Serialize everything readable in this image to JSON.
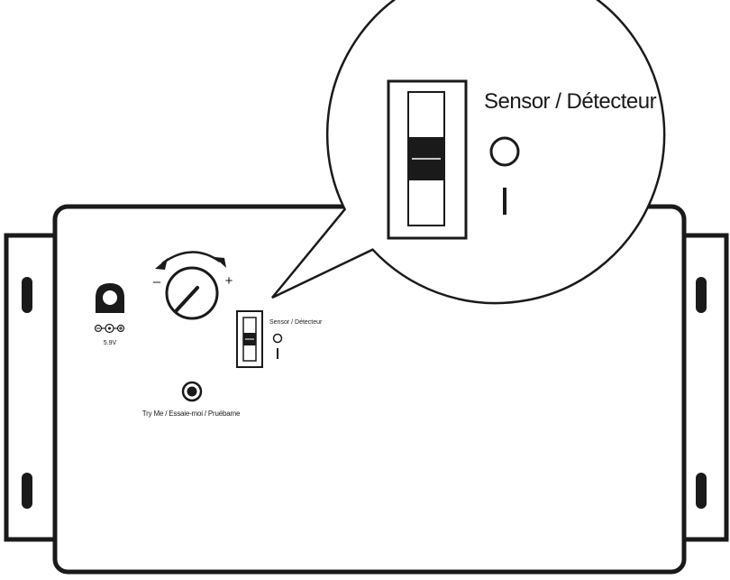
{
  "labels": {
    "power_voltage": "5.9V",
    "try_me": "Try Me / Essaie-moi / Pruébame",
    "sensor_small": "Sensor / Détecteur",
    "sensor_zoom": "Sensor / Détecteur",
    "knob_minus": "–",
    "knob_plus": "+",
    "switch_on_mark": "I"
  },
  "colors": {
    "line": "#1a1a1a",
    "background": "#ffffff"
  },
  "icons": {
    "power": "dc-power-jack-icon",
    "polarity": "polarity-symbol-icon",
    "knob": "rotary-knob-icon",
    "button": "push-button-icon",
    "switch": "slide-switch-icon",
    "indicator": "led-indicator-icon"
  }
}
